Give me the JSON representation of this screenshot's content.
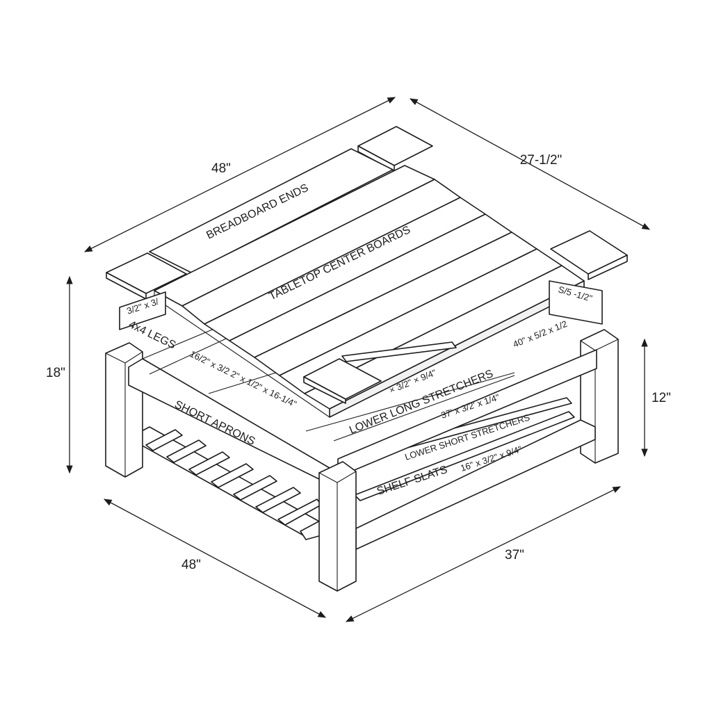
{
  "dimensions": {
    "top_length": "48\"",
    "top_width": "27-1/2\"",
    "total_height": "18\"",
    "shelf_height": "12\"",
    "base_length": "48\"",
    "base_width": "37\""
  },
  "parts": {
    "breadboard_ends": "BREADBOARD ENDS",
    "tabletop_center_boards": "TABLETOP CENTER BOARDS",
    "legs": "4x4 LEGS",
    "short_aprons": "SHORT APRONS",
    "lower_long_stretchers": "LOWER LONG STRETCHERS",
    "lower_short_stretchers": "LOWER SHORT STRETCHERS",
    "shelf_slats": "SHELF SLATS"
  },
  "part_sizes": {
    "leg_tag": "3/2\" x 3/",
    "apron_size": "16/2\" x 3/2 2\" x 1/2\" x 16-1/4\"",
    "long_stretcher_size": "× 3/2\" × 9/4\"",
    "short_stretcher_size": "37' x 3/2' x 1/4\"",
    "slat_size": "16\" x 3/2\" x 9/4\"",
    "breadboard_size": "40\" x 5/2 x 1/2",
    "breadboard_side_tag": "S/5 -1/2\""
  }
}
